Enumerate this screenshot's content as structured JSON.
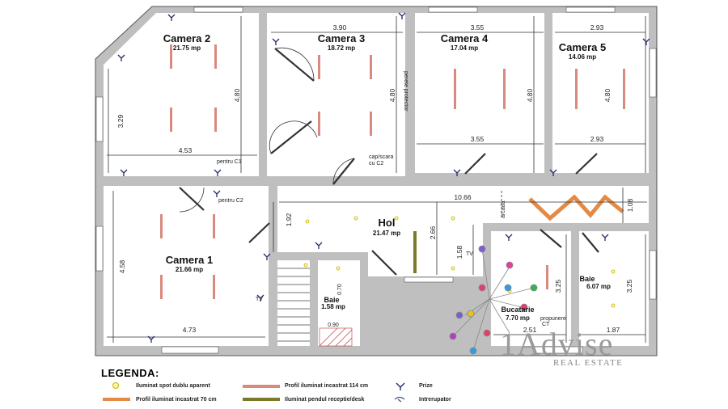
{
  "rooms": {
    "camera2": {
      "name": "Camera 2",
      "area": "21.75 mp"
    },
    "camera3": {
      "name": "Camera 3",
      "area": "18.72 mp"
    },
    "camera4": {
      "name": "Camera 4",
      "area": "17.04 mp"
    },
    "camera5": {
      "name": "Camera 5",
      "area": "14.06 mp"
    },
    "camera1": {
      "name": "Camera 1",
      "area": "21.66 mp"
    },
    "hol": {
      "name": "Hol",
      "area": "21.47 mp"
    },
    "baie_small": {
      "name": "Baie",
      "area": "1.58 mp"
    },
    "bucatarie": {
      "name": "Bucatarie",
      "area": "7.70 mp"
    },
    "baie_right": {
      "name": "Baie",
      "area": "6.07 mp"
    }
  },
  "dimensions": {
    "d390": "3.90",
    "d355_top": "3.55",
    "d293_top": "2.93",
    "d480_c2": "4.80",
    "d480_c3": "4.80",
    "d480_c4": "4.80",
    "d480_c5": "4.80",
    "d329": "3.29",
    "d453": "4.53",
    "d355_bot": "3.55",
    "d293_bot": "2.93",
    "d1066": "10.66",
    "d108": "1.08",
    "d192": "1.92",
    "d266": "2.66",
    "d158": "1.58",
    "d458": "4.58",
    "d473": "4.73",
    "d325_a": "3.25",
    "d325_b": "3.25",
    "d251": "2.51",
    "d187": "1.87",
    "d090": "0.90",
    "d070": "0.70"
  },
  "notes": {
    "pentru_c1": "pentru C1",
    "pentru_c2": "pentru C2",
    "perete_prot": "perete protector",
    "capscara_1": "cap/scara",
    "capscara_2": "cu C2",
    "arcada": "arcada",
    "tv1": "TV",
    "tv2": "TV",
    "propunere_1": "propunere",
    "propunere_2": "CT"
  },
  "legend": {
    "title": "LEGENDA:",
    "spot": "Iluminat spot dublu aparent",
    "profil70": "Profil iluminat incastrat 70 cm",
    "profil114": "Profil iluminat incastrat 114 cm",
    "pendul": "Iluminat pendul receptie/desk",
    "prize": "Prize",
    "intrerupator": "Intrerupator"
  },
  "brand": {
    "name": "1Advise",
    "sub": "REAL ESTATE"
  },
  "colors": {
    "wall": "#bfbfbf",
    "profile70": "#d98a7f",
    "profile114": "#e48a45",
    "pendul": "#7a7a2a",
    "spot": "#fff6a0",
    "prize": "#1f2a6b"
  }
}
